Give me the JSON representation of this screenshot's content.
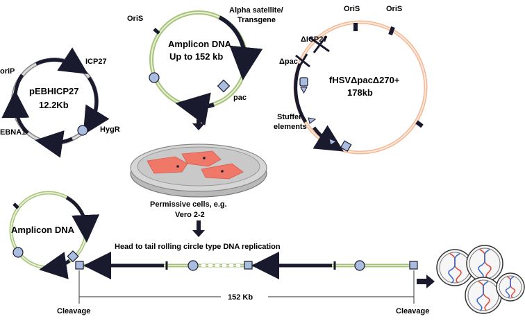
{
  "pebhicp27": {
    "name": "pEBHICP27",
    "size": "12.2Kb",
    "labels": {
      "icp27": "ICP27",
      "orip": "oriP",
      "hygr": "HygR",
      "ebna1": "EBNA1"
    }
  },
  "amplicon_plasmid": {
    "oris": "OriS",
    "transgene_line1": "Alpha satellite/",
    "transgene_line2": "Transgene",
    "title": "Amplicon DNA",
    "size": "Up to 152 kb",
    "pac": "pac"
  },
  "helper": {
    "oris_1": "OriS",
    "oris_2": "OriS",
    "dicp27": "ΔICP27",
    "dpac": "Δpac",
    "name": "fHSVΔpacΔ270+",
    "size": "178kb",
    "stuffer_1": "Stuffer",
    "stuffer_2": "elements"
  },
  "cells": {
    "label_1": "Permissive cells, e.g.",
    "label_2": "Vero 2-2"
  },
  "replication": {
    "title": "Head to tail rolling circle type DNA replication",
    "circle_label": "Amplicon DNA",
    "length": "152 Kb",
    "cleavage_left": "Cleavage",
    "cleavage_right": "Cleavage"
  },
  "colors": {
    "backbone": "#1a1a2e",
    "amplicon_green": "#a8c47a",
    "helper_orange": "#f4b896",
    "marker_blue": "#a9bde0",
    "cell_red": "#f07868",
    "dish_gray": "#c4c4c4"
  }
}
